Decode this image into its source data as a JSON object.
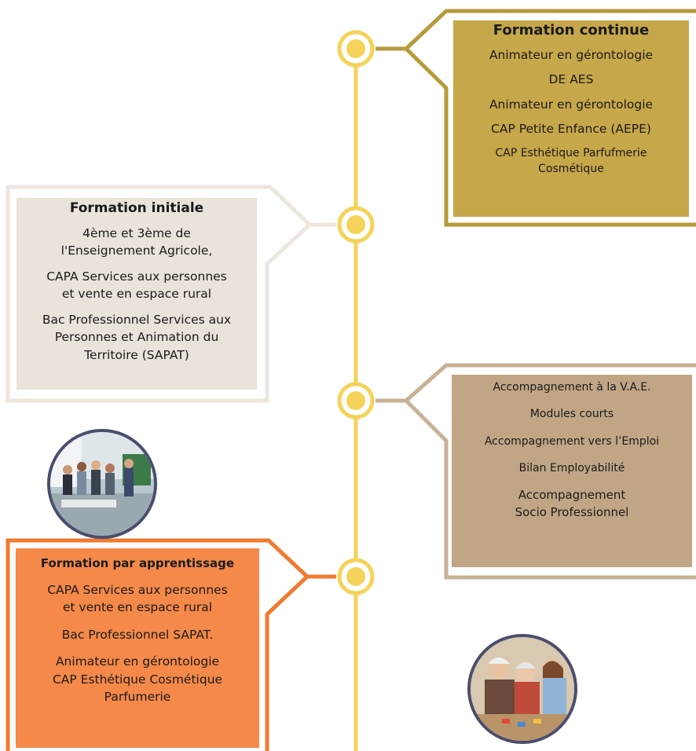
{
  "colors": {
    "timeline": "#f5d35a",
    "continue": "#c6a84a",
    "continue_frame": "#b79a3a",
    "initiale": "#e9e3da",
    "initiale_frame": "#ece6de",
    "accomp": "#c1a686",
    "accomp_frame": "#c9b195",
    "apprent": "#f4894a",
    "apprent_frame": "#f07a30"
  },
  "formation_continue": {
    "title": "Formation continue",
    "items": [
      "Animateur en gérontologie",
      "DE AES",
      "Animateur en gérontologie",
      "CAP Petite Enfance (AEPE)",
      "CAP Esthétique Parfufmerie\nCosmétique"
    ]
  },
  "formation_initiale": {
    "title": "Formation initiale",
    "items": [
      "4ème et 3ème de\nl'Enseignement Agricole,",
      "CAPA Services aux personnes\net vente en espace rural",
      "Bac Professionnel Services aux\nPersonnes et Animation du\nTerritoire (SAPAT)"
    ]
  },
  "accompagnement": {
    "items": [
      "Accompagnement à la V.A.E.",
      "Modules courts",
      "Accompagnement vers l’Emploi",
      "Bilan Employabilité",
      "Accompagnement\nSocio Professionnel"
    ]
  },
  "formation_apprentissage": {
    "title": "Formation par apprentissage",
    "items": [
      "CAPA Services aux personnes\net vente en espace rural",
      "Bac Professionnel SAPAT.",
      "Animateur en gérontologie\nCAP Esthétique Cosmétique\nParfumerie"
    ]
  },
  "photos": {
    "classroom": "classroom-photo",
    "elderly": "elderly-activity-photo"
  }
}
